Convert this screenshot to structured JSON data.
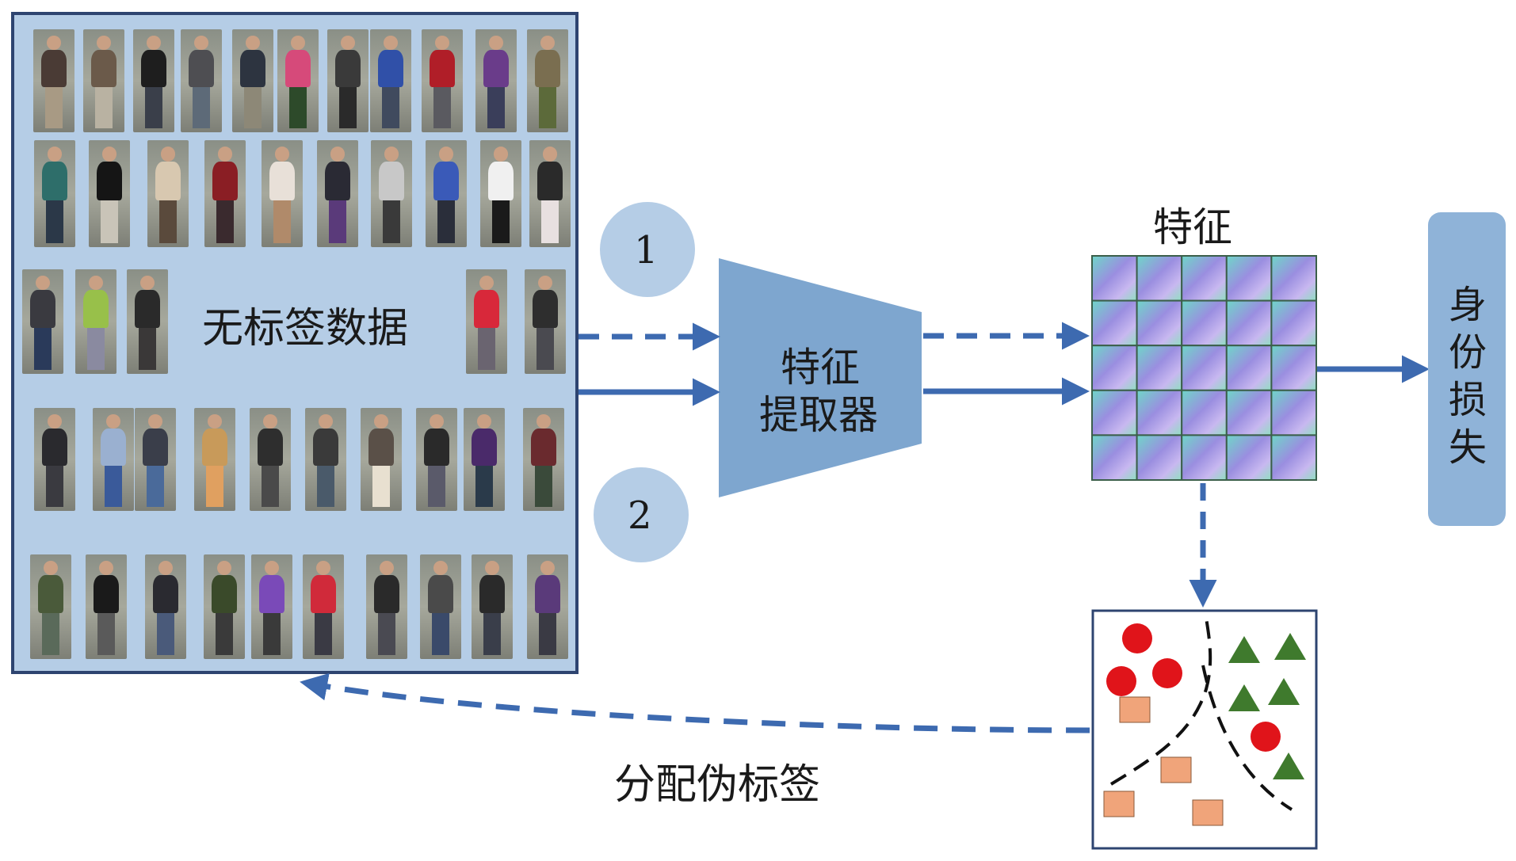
{
  "labels": {
    "unlabeled_data": "无标签数据",
    "step1": "1",
    "step2": "2",
    "extractor_line1": "特征",
    "extractor_line2": "提取器",
    "features": "特征",
    "identity_loss": "身份损失",
    "assign_pseudo_labels": "分配伪标签"
  },
  "colors": {
    "panel_fill": "#b5cde6",
    "panel_border": "#2e4470",
    "extractor_fill": "#7ea6cf",
    "circle_fill": "#b5cde6",
    "arrow": "#3d6ab0",
    "grid_line": "#3b5f4a",
    "loss_fill": "#8fb3d8",
    "red_point": "#e0141a",
    "green_triangle": "#3f7a2d",
    "orange_square": "#f0a47a"
  },
  "person_rows": [
    [
      [
        "#4a3b35",
        "#a89a84"
      ],
      [
        "#6b5a4a",
        "#b9b2a2"
      ],
      [
        "#1e1e1e",
        "#3a3f4a"
      ],
      [
        "#4e4e52",
        "#5d6a78"
      ],
      [
        "#2d3440",
        "#8d8877"
      ],
      [
        "#d64a7a",
        "#2d4a2a"
      ],
      [
        "#3a3a3a",
        "#2a2a2a"
      ],
      [
        "#3050a8",
        "#404a5e"
      ],
      [
        "#b01e28",
        "#5a5a60"
      ],
      [
        "#6a3c8a",
        "#3a3e5a"
      ],
      [
        "#7a6e50",
        "#5c6a3a"
      ]
    ],
    [
      [
        "#2e6e6a",
        "#2b3848"
      ],
      [
        "#151515",
        "#c9c4b8"
      ],
      [
        "#d8c8b0",
        "#5a4a3c"
      ],
      [
        "#8a1e24",
        "#3a2a2e"
      ],
      [
        "#e8e0d8",
        "#b08a6a"
      ],
      [
        "#2a2a34",
        "#5a3a7a"
      ],
      [
        "#c8c8c8",
        "#3a3a3a"
      ],
      [
        "#3a5ab8",
        "#2a2e3a"
      ],
      [
        "#f0f0f0",
        "#1a1a1a"
      ],
      [
        "#2a2a2a",
        "#e8e0e0"
      ]
    ],
    [
      [
        "#3a3a40",
        "#2a3a5a"
      ],
      [
        "#98c04a",
        "#8a8aa0"
      ],
      [
        "#2a2a2a",
        "#3a3838"
      ],
      [
        "#d8283a",
        "#6a6470"
      ],
      [
        "#2e2e2e",
        "#4a4a50"
      ]
    ],
    [
      [
        "#2a2a2e",
        "#3a3a40"
      ],
      [
        "#9ab0d0",
        "#3a5a9a"
      ],
      [
        "#3a3e4a",
        "#4a6a9a"
      ],
      [
        "#c89a5a",
        "#e0a060"
      ],
      [
        "#2e2e2e",
        "#4a4a4a"
      ],
      [
        "#3a3a3a",
        "#4a5a6a"
      ],
      [
        "#5a5048",
        "#e8e0d0"
      ],
      [
        "#2a2a2a",
        "#5a5a6a"
      ],
      [
        "#4a2a6a",
        "#2a3a4a"
      ],
      [
        "#6a2a2e",
        "#3a4a3a"
      ]
    ],
    [
      [
        "#4a5a3a",
        "#5a6a5a"
      ],
      [
        "#1a1a1a",
        "#5a5a5a"
      ],
      [
        "#2a2a30",
        "#4a5a7a"
      ],
      [
        "#3a4a2a",
        "#3a3a3a"
      ],
      [
        "#7a4ab8",
        "#3a3a3a"
      ],
      [
        "#d02a3a",
        "#3a3a44"
      ],
      [
        "#2a2a2a",
        "#4a4a52"
      ],
      [
        "#4a4a4a",
        "#3a4a6a"
      ],
      [
        "#2a2a2a",
        "#3a3e4a"
      ],
      [
        "#5a3a7a",
        "#3a3a44"
      ]
    ]
  ]
}
